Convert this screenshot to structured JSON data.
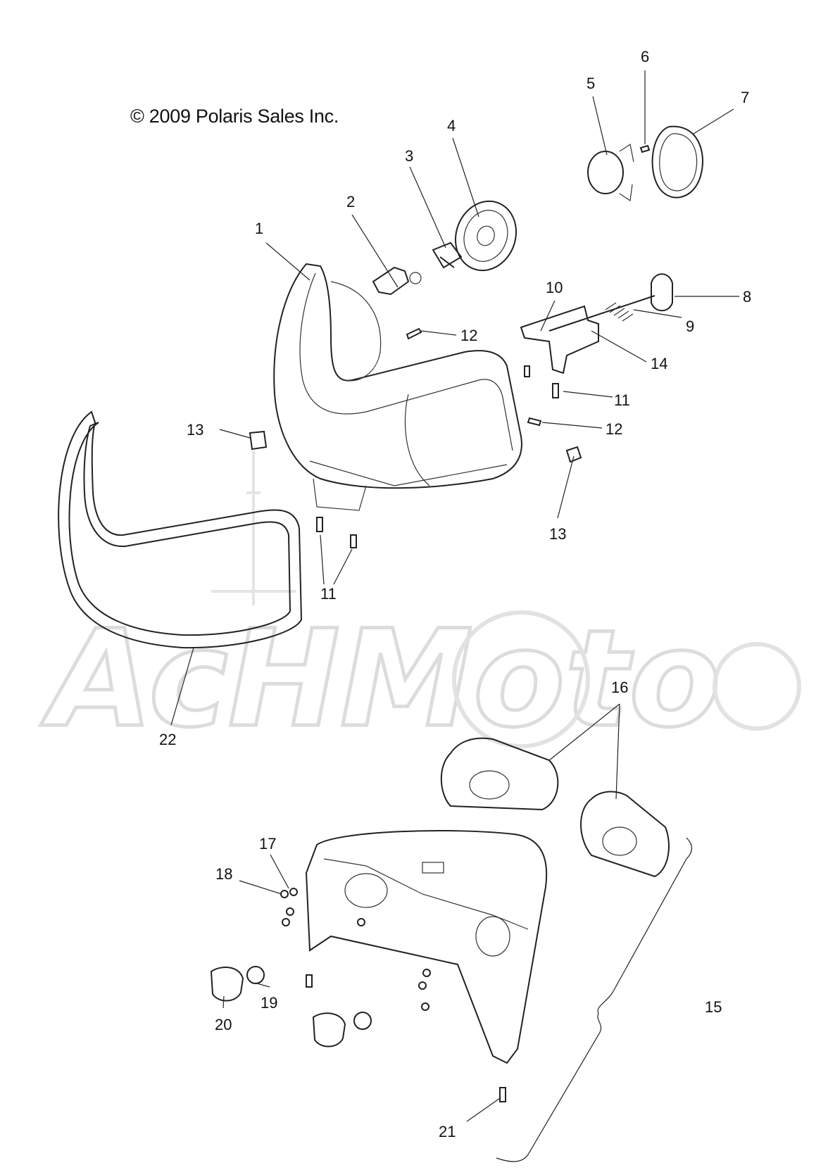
{
  "copyright": "© 2009 Polaris Sales Inc.",
  "watermark": {
    "text": "AcHMoto",
    "color": "#dcdcdc"
  },
  "colors": {
    "line": "#222222",
    "background": "#ffffff"
  },
  "callouts": [
    {
      "id": "c1",
      "label": "1"
    },
    {
      "id": "c2",
      "label": "2"
    },
    {
      "id": "c3",
      "label": "3"
    },
    {
      "id": "c4",
      "label": "4"
    },
    {
      "id": "c5",
      "label": "5"
    },
    {
      "id": "c6",
      "label": "6"
    },
    {
      "id": "c7",
      "label": "7"
    },
    {
      "id": "c8",
      "label": "8"
    },
    {
      "id": "c9",
      "label": "9"
    },
    {
      "id": "c10",
      "label": "10"
    },
    {
      "id": "c11a",
      "label": "11"
    },
    {
      "id": "c11b",
      "label": "11"
    },
    {
      "id": "c12a",
      "label": "12"
    },
    {
      "id": "c12b",
      "label": "12"
    },
    {
      "id": "c13a",
      "label": "13"
    },
    {
      "id": "c13b",
      "label": "13"
    },
    {
      "id": "c14",
      "label": "14"
    },
    {
      "id": "c15",
      "label": "15"
    },
    {
      "id": "c16",
      "label": "16"
    },
    {
      "id": "c17",
      "label": "17"
    },
    {
      "id": "c18",
      "label": "18"
    },
    {
      "id": "c19",
      "label": "19"
    },
    {
      "id": "c20",
      "label": "20"
    },
    {
      "id": "c21",
      "label": "21"
    },
    {
      "id": "c22",
      "label": "22"
    }
  ]
}
